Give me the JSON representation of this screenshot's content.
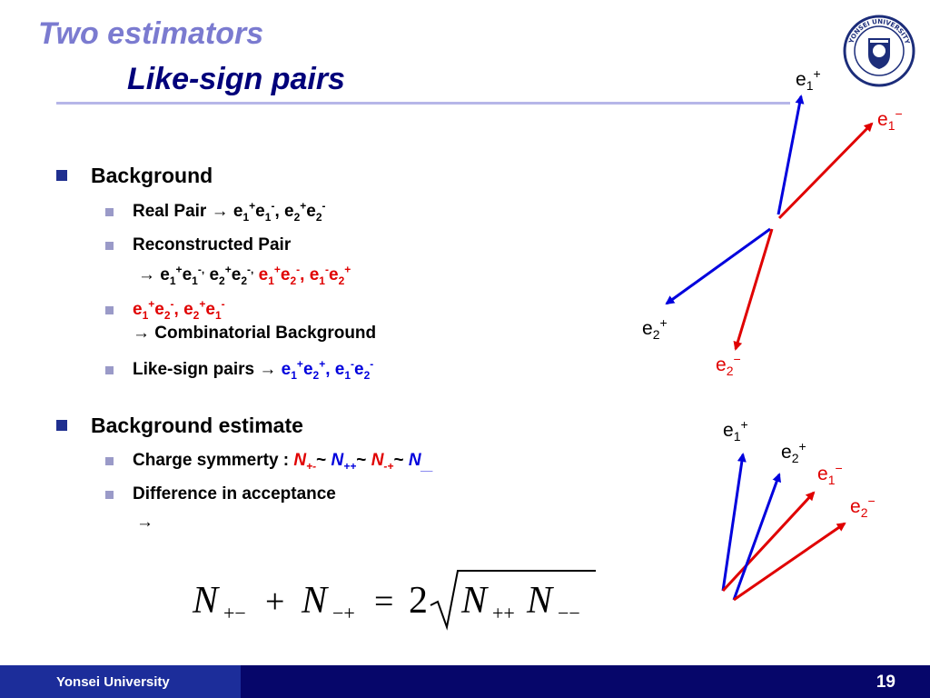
{
  "slide": {
    "title_line1": "Two estimators",
    "title_line2": "Like-sign pairs",
    "footer_org": "Yonsei University",
    "page_number": "19",
    "logo_text": "YONSEI UNIVERSITY"
  },
  "colors": {
    "title1": "#7b7bd0",
    "title2": "#00007a",
    "red": "#e00000",
    "blue": "#0000dd",
    "footer": "#06066a"
  },
  "bullets": {
    "background": "Background",
    "real_pair_label": "Real Pair →",
    "reconstructed_pair": "Reconstructed Pair",
    "arrow": "→",
    "combinatorial": "→ Combinatorial Background",
    "like_sign_label": "Like-sign pairs →",
    "background_estimate": "Background estimate",
    "charge_symmetry_label": "Charge symmerty :",
    "tilde": "~",
    "difference": "Difference in acceptance",
    "arrow_only": "→"
  },
  "diagram1": {
    "labels": {
      "e1p": "e",
      "e1m": "e",
      "e2p": "e",
      "e2m": "e"
    }
  },
  "diagram2": {
    "labels": {
      "e1p": "e",
      "e2p": "e",
      "e1m": "e",
      "e2m": "e"
    }
  },
  "formula": {
    "text": "N+− + N−+ = 2√(N++ N−−)"
  }
}
